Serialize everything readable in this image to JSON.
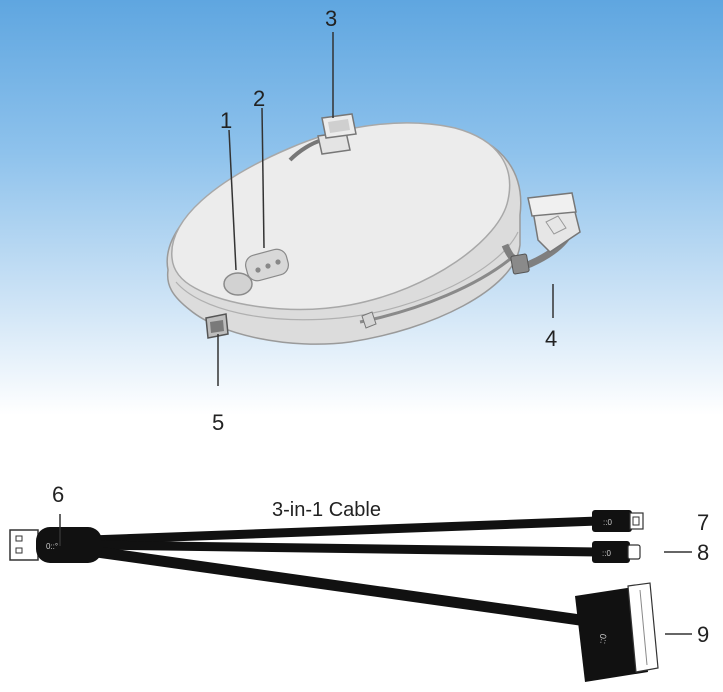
{
  "callouts": {
    "c1": "1",
    "c2": "2",
    "c3": "3",
    "c4": "4",
    "c5": "5",
    "c6": "6",
    "c7": "7",
    "c8": "8",
    "c9": "9"
  },
  "cable_title": "3-in-1 Cable",
  "colors": {
    "background_top": "#5fa6e0",
    "device_body": "#e6e6e6",
    "cable": "#111111"
  }
}
